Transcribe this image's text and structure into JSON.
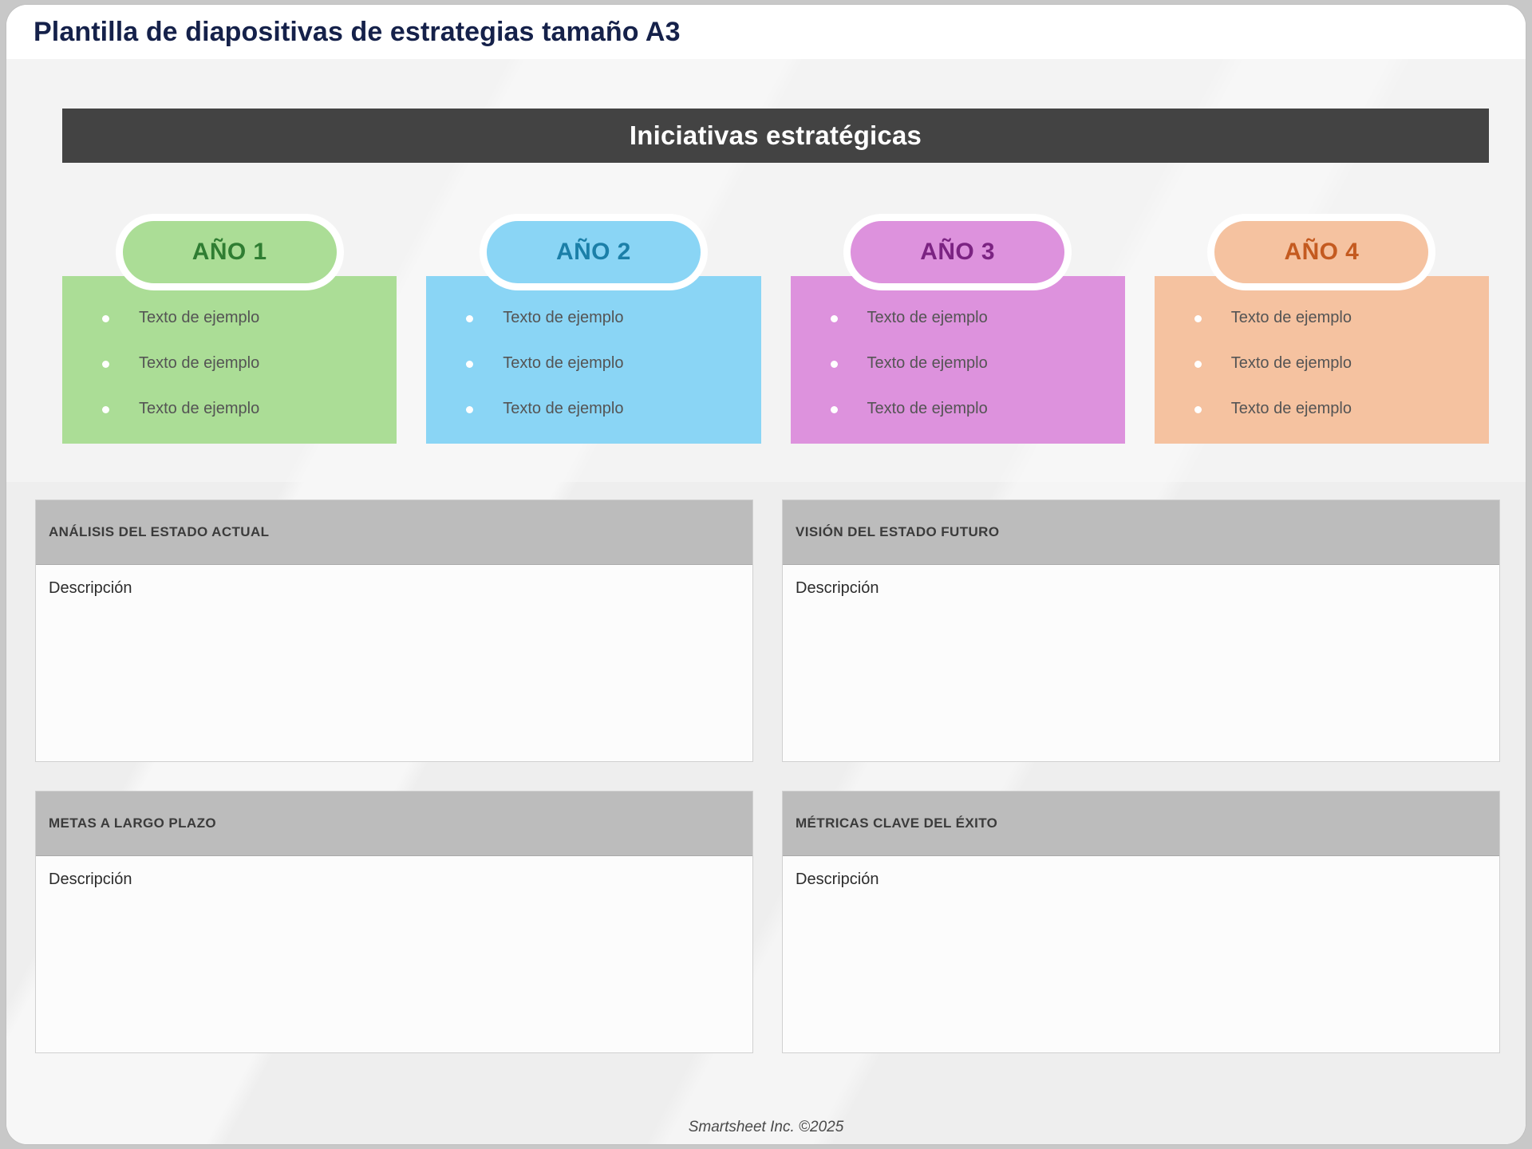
{
  "document": {
    "title": "Plantilla de diapositivas de estrategias tamaño A3",
    "footer": "Smartsheet Inc. ©2025"
  },
  "initiatives": {
    "header": "Iniciativas estratégicas",
    "header_bg": "#434343",
    "years": [
      {
        "label": "AÑO 1",
        "fill": "#abdd96",
        "text_color": "#2f7d32",
        "bullets": [
          "Texto de ejemplo",
          "Texto de ejemplo",
          "Texto de ejemplo"
        ]
      },
      {
        "label": "AÑO 2",
        "fill": "#8ad5f5",
        "text_color": "#1b7fa8",
        "bullets": [
          "Texto de ejemplo",
          "Texto de ejemplo",
          "Texto de ejemplo"
        ]
      },
      {
        "label": "AÑO 3",
        "fill": "#dd92dd",
        "text_color": "#7b2382",
        "bullets": [
          "Texto de ejemplo",
          "Texto de ejemplo",
          "Texto de ejemplo"
        ]
      },
      {
        "label": "AÑO 4",
        "fill": "#f5c2a0",
        "text_color": "#c45a20",
        "bullets": [
          "Texto de ejemplo",
          "Texto de ejemplo",
          "Texto de ejemplo"
        ]
      }
    ]
  },
  "sections": [
    {
      "heading": "ANÁLISIS DEL ESTADO ACTUAL",
      "body": "Descripción"
    },
    {
      "heading": "VISIÓN DEL ESTADO FUTURO",
      "body": "Descripción"
    },
    {
      "heading": "METAS A LARGO PLAZO",
      "body": "Descripción"
    },
    {
      "heading": "MÉTRICAS CLAVE DEL ÉXITO",
      "body": "Descripción"
    }
  ]
}
